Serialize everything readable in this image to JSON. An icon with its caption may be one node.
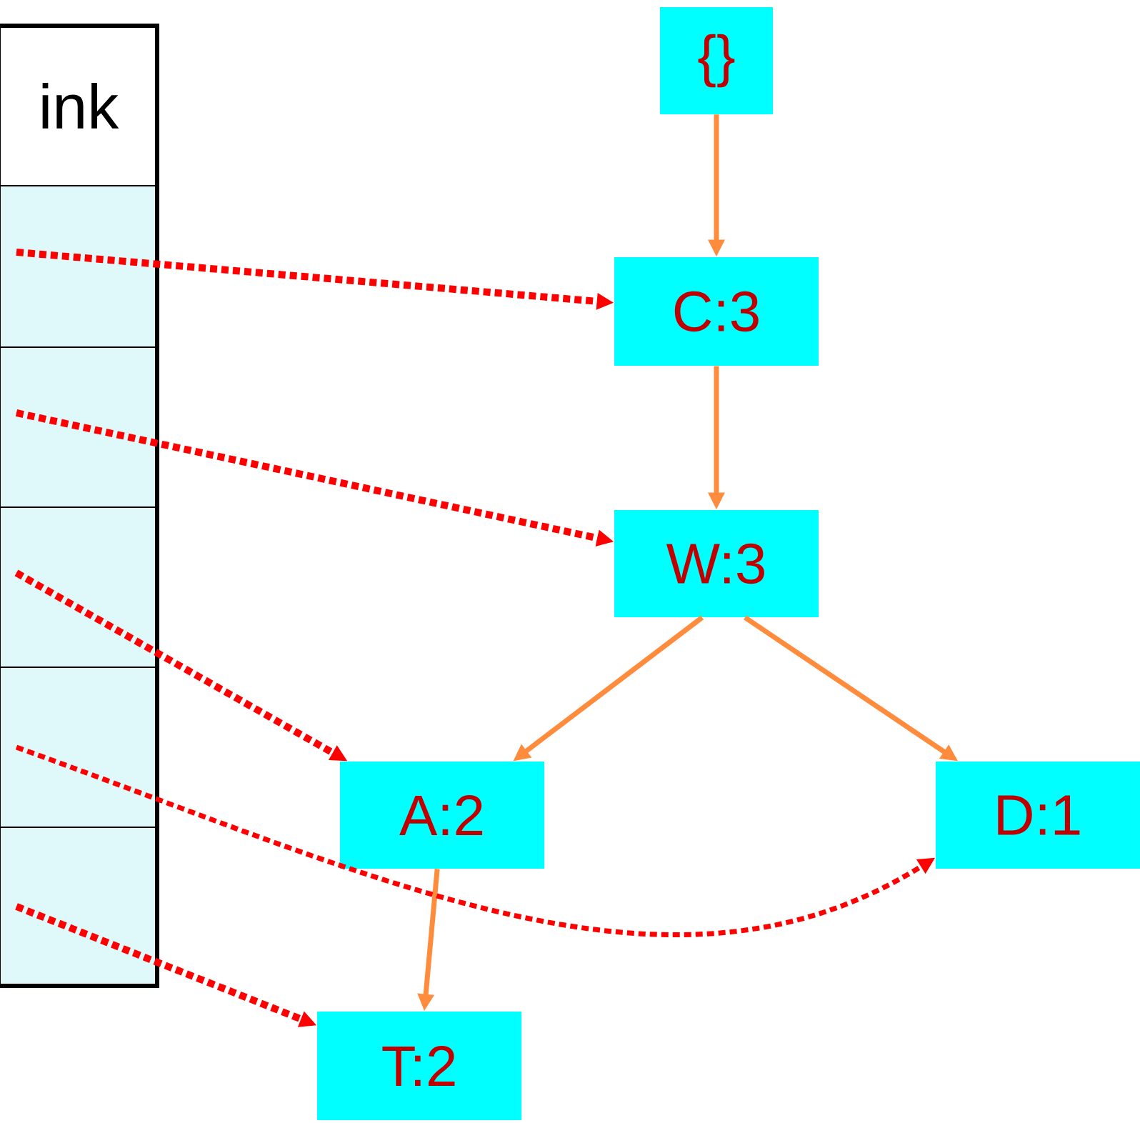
{
  "diagram": {
    "nodes": [
      {
        "text": [
          "ink"
        ]
      },
      {
        "text": [],
        "shape": "box"
      },
      {
        "text": [],
        "shape": "box"
      },
      {
        "text": [],
        "shape": "box"
      },
      {
        "text": [],
        "shape": "box"
      },
      {
        "text": [],
        "shape": "box"
      },
      {
        "text": [
          "{}"
        ]
      },
      {
        "text": [
          "C:3"
        ]
      },
      {
        "text": [
          "W:3"
        ]
      },
      {
        "text": [
          "A:2"
        ]
      },
      {
        "text": [
          "D:1"
        ]
      },
      {
        "text": [
          "T:2"
        ]
      }
    ],
    "edges": [
      {
        "from": 6,
        "to": 7,
        "arrow": "to"
      },
      {
        "from": 7,
        "to": 8,
        "arrow": "to"
      },
      {
        "from": 8,
        "to": 9,
        "arrow": "to"
      },
      {
        "from": 8,
        "to": 10,
        "arrow": "to"
      },
      {
        "from": 9,
        "to": 11,
        "arrow": "to"
      },
      {
        "from": 1,
        "to": 7,
        "arrow": "to",
        "style": "dashed",
        "color": "#ff0000"
      },
      {
        "from": 2,
        "to": 8,
        "arrow": "to",
        "style": "dashed",
        "color": "#ff0000"
      },
      {
        "from": 3,
        "to": 9,
        "arrow": "to",
        "style": "dashed",
        "color": "#ff0000"
      },
      {
        "from": 4,
        "to": 10,
        "arrow": "to",
        "style": "dashed",
        "color": "#ff0000"
      },
      {
        "from": 5,
        "to": 11,
        "arrow": "to",
        "style": "dashed",
        "color": "#ff0000"
      }
    ]
  }
}
